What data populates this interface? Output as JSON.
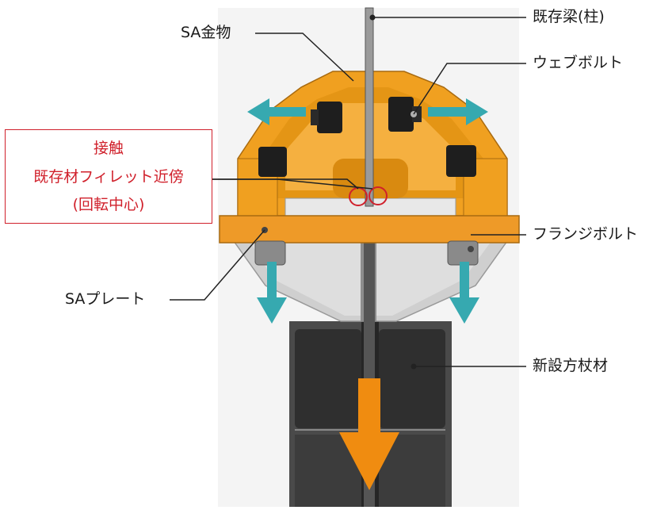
{
  "labels": {
    "existing_beam": "既存梁(柱)",
    "sa_fitting": "SA金物",
    "web_bolt": "ウェブボルト",
    "flange_bolt": "フランジボルト",
    "sa_plate": "SAプレート",
    "new_brace": "新設方杖材"
  },
  "callout": {
    "line1": "接触",
    "line2": "既存材フィレット近傍",
    "line3": "(回転中心)"
  },
  "colors": {
    "fitting_orange": "#f0a020",
    "plate_orange": "#ee9a28",
    "arrow_teal": "#36a9b0",
    "load_arrow_orange": "#f08c10",
    "callout_red": "#d0202b",
    "grey_plate": "#c8c8c8",
    "dark_member": "#3a3a3a"
  }
}
